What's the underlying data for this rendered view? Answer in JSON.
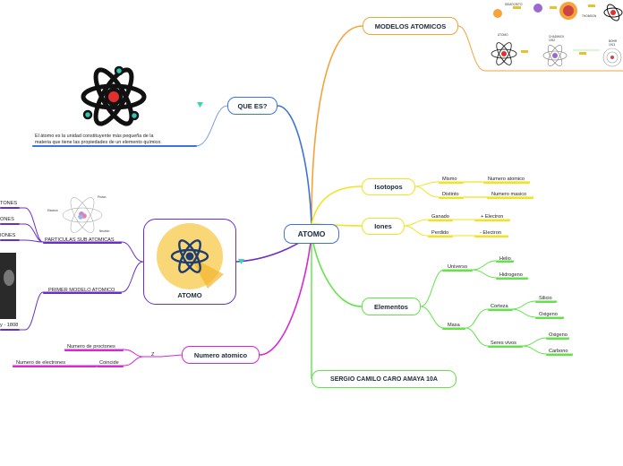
{
  "center": {
    "label": "ATOMO"
  },
  "branches": {
    "que_es": {
      "label": "QUE ES?",
      "description_line1": "El átomo es la unidad constituyente más pequeña de la",
      "description_line2": "materia que tiene las propiedades de un elemento químico."
    },
    "modelos": {
      "label": "MODELOS ATOMICOS"
    },
    "isotopos": {
      "label": "Isotopos",
      "items": [
        {
          "left": "Mismo",
          "right": "Numero atomico"
        },
        {
          "left": "Distinto",
          "right": "Numero masico"
        }
      ]
    },
    "iones": {
      "label": "Iones",
      "items": [
        {
          "left": "Ganado",
          "right": "+ Electron"
        },
        {
          "left": "Perdido",
          "right": "- Electron"
        }
      ]
    },
    "elementos": {
      "label": "Elementos",
      "universo": "Universo",
      "universo_items": [
        "Helio",
        "Hidrogeno"
      ],
      "masa": "Masa",
      "corteza": "Corteza",
      "corteza_items": [
        "Silicio",
        "Oxigeno"
      ],
      "seres": "Seres vivos",
      "seres_items": [
        "Oxigeno",
        "Carbono"
      ]
    },
    "autor": {
      "label": "SERGIO CAMILO CARO AMAYA 10A"
    },
    "numero_atomico": {
      "label": "Numero atomico",
      "z": "Z",
      "protons": "Numero de proctones",
      "coincide": "Coincide",
      "electrons": "Numero de electrones"
    },
    "image_node": {
      "label": "ATOMO",
      "particulas": "PARTICULAS SUB ATOMICAS",
      "primer_modelo": "PRIMER MODELO ATOMICO",
      "cut_labels": [
        "TONES",
        "ONES",
        "IONES"
      ],
      "cut_year": "y · 1808"
    }
  },
  "diagram_labels": {
    "sub_atomic": [
      "Protón",
      "Electrón",
      "Neutrón"
    ],
    "models_top": [
      "DEMÓCRITO",
      "THOMSON"
    ],
    "models_bottom": [
      "ÁTOMO",
      "CHADWICK 1932",
      "BOHR 1913"
    ]
  },
  "colors": {
    "orange": "#f5a33a",
    "blue": "#3d74d9",
    "yellow": "#f3e222",
    "green": "#62e34a",
    "magenta": "#d826d8",
    "purple": "#6b2fc7",
    "teal": "#2ec7b4"
  }
}
